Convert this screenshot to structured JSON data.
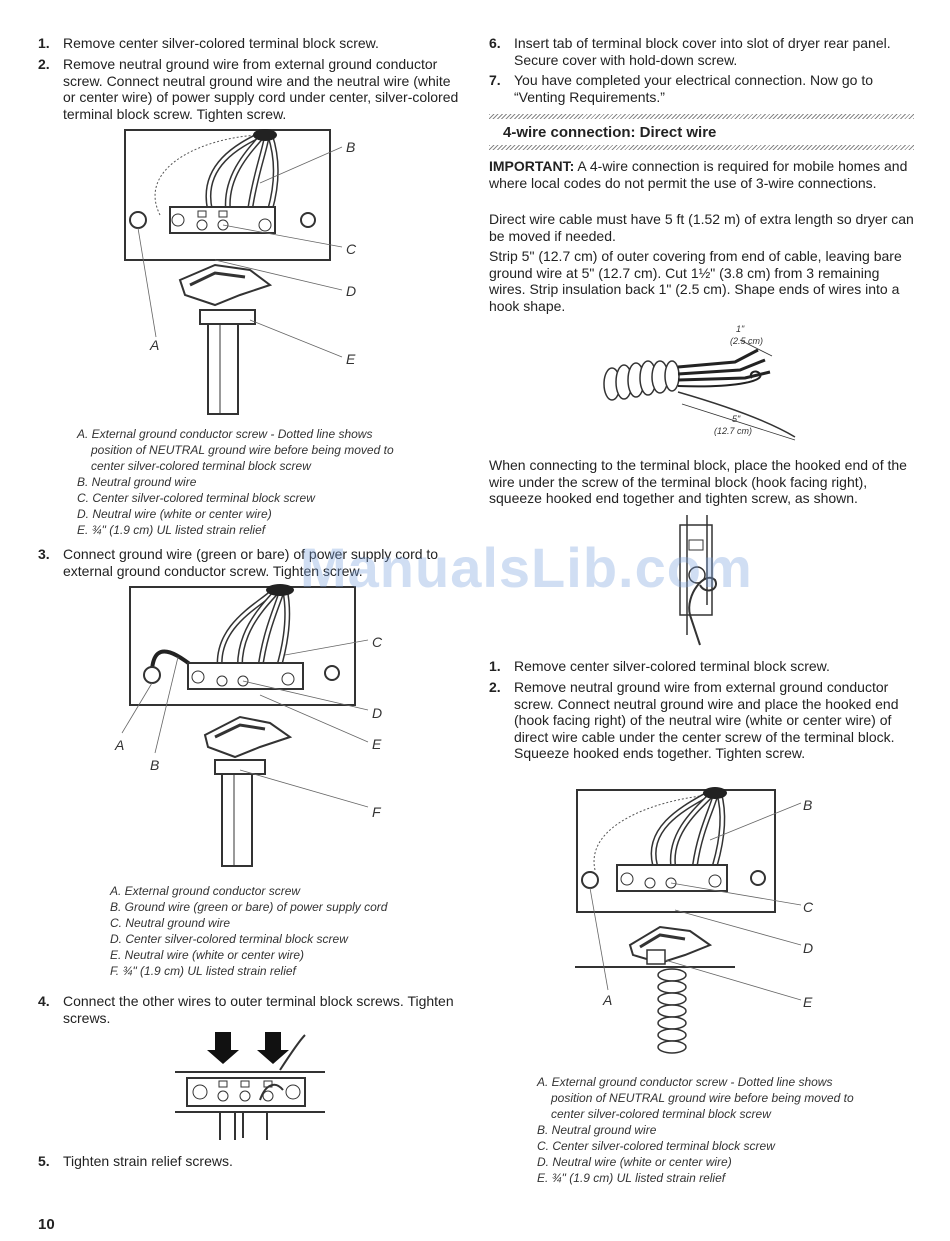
{
  "left": {
    "step1": {
      "num": "1.",
      "text": "Remove center silver-colored terminal block screw."
    },
    "step2": {
      "num": "2.",
      "text": "Remove neutral ground wire from external ground conductor screw. Connect neutral ground wire and the neutral wire (white or center wire) of power supply cord under center, silver-colored terminal block screw. Tighten screw."
    },
    "fig1_labels": {
      "a": "A",
      "b": "B",
      "c": "C",
      "d": "D",
      "e": "E"
    },
    "fig1_caption": {
      "a1": "A. External ground conductor screw - Dotted line shows",
      "a2": "position of NEUTRAL ground wire before being moved to",
      "a3": "center silver-colored terminal block screw",
      "b": "B. Neutral ground wire",
      "c": "C. Center silver-colored terminal block screw",
      "d": "D. Neutral wire (white or center wire)",
      "e": "E. ¾\" (1.9 cm) UL listed strain relief"
    },
    "step3": {
      "num": "3.",
      "text": "Connect ground wire (green or bare) of power supply cord to external ground conductor screw. Tighten screw."
    },
    "fig2_labels": {
      "a": "A",
      "b": "B",
      "c": "C",
      "d": "D",
      "e": "E",
      "f": "F"
    },
    "fig2_caption": {
      "a": "A. External ground conductor screw",
      "b": "B. Ground wire (green or bare) of power supply cord",
      "c": "C. Neutral ground wire",
      "d": "D. Center silver-colored terminal block screw",
      "e": "E. Neutral wire (white or center wire)",
      "f": "F. ¾\" (1.9 cm) UL listed strain relief"
    },
    "step4": {
      "num": "4.",
      "text": "Connect the other wires to outer terminal block screws. Tighten screws."
    },
    "step5": {
      "num": "5.",
      "text": "Tighten strain relief screws."
    }
  },
  "right": {
    "step6": {
      "num": "6.",
      "text": "Insert tab of terminal block cover into slot of dryer rear panel. Secure cover with hold-down screw."
    },
    "step7": {
      "num": "7.",
      "text": "You have completed your electrical connection. Now go to “Venting Requirements.”"
    },
    "heading": "4-wire connection: Direct wire",
    "important_label": "IMPORTANT:",
    "important_text": " A 4-wire connection is required for mobile homes and where local codes do not permit the use of 3-wire connections.",
    "para1": "Direct wire cable must have 5 ft (1.52 m) of extra length so dryer can be moved if needed.",
    "para2": "Strip 5\" (12.7 cm) of outer covering from end of cable, leaving bare ground wire at 5\" (12.7 cm). Cut 1½\" (3.8 cm) from 3 remaining wires. Strip insulation back 1\" (2.5 cm). Shape ends of wires into a hook shape.",
    "strip_labels": {
      "one_in": "1\"",
      "one_cm": "(2.5 cm)",
      "five_in": "5\"",
      "five_cm": "(12.7 cm)"
    },
    "para3": "When connecting to the terminal block, place the hooked end of the wire under the screw of the terminal block (hook facing right), squeeze hooked end together and tighten screw, as shown.",
    "stepR1": {
      "num": "1.",
      "text": "Remove center silver-colored terminal block screw."
    },
    "stepR2": {
      "num": "2.",
      "text": "Remove neutral ground wire from external ground conductor screw. Connect neutral ground wire and place the hooked end (hook facing right) of the neutral wire (white or center wire) of direct wire cable under the center screw of the terminal block. Squeeze hooked ends together. Tighten screw."
    },
    "fig3_labels": {
      "a": "A",
      "b": "B",
      "c": "C",
      "d": "D",
      "e": "E"
    },
    "fig3_caption": {
      "a1": "A. External ground conductor screw - Dotted line shows",
      "a2": "position of NEUTRAL ground wire before being moved to",
      "a3": "center silver-colored terminal block screw",
      "b": "B. Neutral ground wire",
      "c": "C. Center silver-colored terminal block screw",
      "d": "D. Neutral wire (white or center wire)",
      "e": "E. ¾\" (1.9 cm) UL listed strain relief"
    }
  },
  "watermark": "ManualsLib.com",
  "page_number": "10"
}
